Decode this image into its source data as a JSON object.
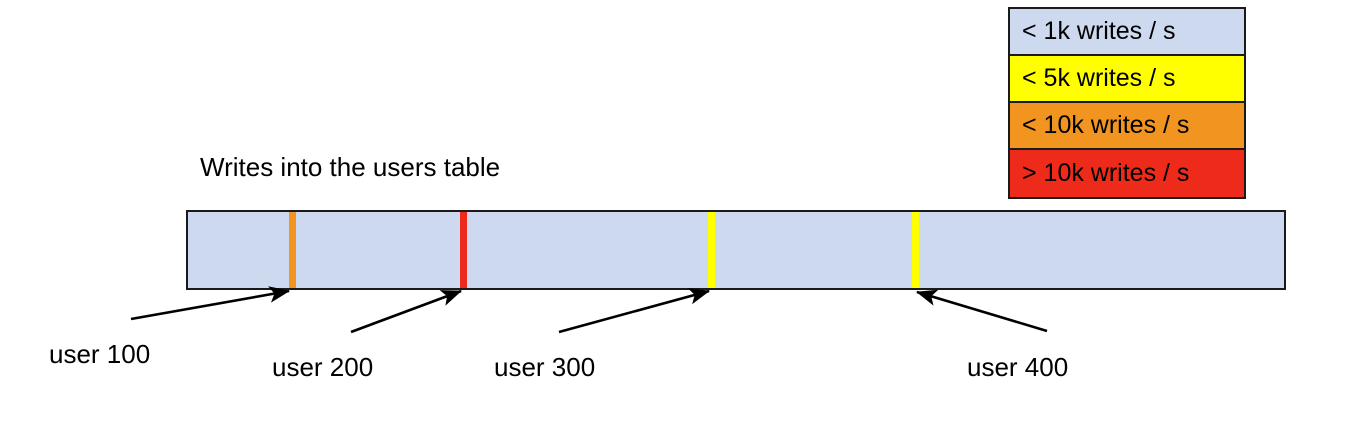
{
  "chart_data": {
    "type": "bar",
    "title": "Writes into the users table",
    "xlabel": "",
    "ylabel": "",
    "description": "A single horizontal range bar representing the users table keyspace, shaded by write rate. Four narrow hot-spot stripes mark individual user rows.",
    "bar": {
      "background_label": "< 1k writes / s",
      "background_color": "#ccd9ee",
      "border_color": "#1a1a1a"
    },
    "legend": {
      "position": "top-right",
      "items": [
        {
          "label": "< 1k writes / s",
          "color": "#ccd9ee"
        },
        {
          "label": "< 5k writes / s",
          "color": "#ffff00"
        },
        {
          "label": "< 10k writes / s",
          "color": "#f29520"
        },
        {
          "label": "> 10k writes / s",
          "color": "#ee2b1a"
        }
      ]
    },
    "markers": [
      {
        "label": "user 100",
        "color": "#f29520",
        "band": "< 10k writes / s",
        "position_pct": 9.5
      },
      {
        "label": "user 200",
        "color": "#ee2b1a",
        "band": "> 10k writes / s",
        "position_pct": 25.0
      },
      {
        "label": "user 300",
        "color": "#ffff00",
        "band": "< 5k writes / s",
        "position_pct": 47.6
      },
      {
        "label": "user 400",
        "color": "#ffff00",
        "band": "< 5k writes / s",
        "position_pct": 66.1
      }
    ]
  },
  "legend": {
    "items": [
      {
        "label": "< 1k writes / s",
        "color": "#ccd9ee"
      },
      {
        "label": "< 5k writes / s",
        "color": "#ffff00"
      },
      {
        "label": "< 10k writes / s",
        "color": "#f29520"
      },
      {
        "label": "> 10k writes / s",
        "color": "#ee2b1a"
      }
    ]
  },
  "title": "Writes into the users table",
  "markers": [
    {
      "label": "user 100"
    },
    {
      "label": "user 200"
    },
    {
      "label": "user 300"
    },
    {
      "label": "user 400"
    }
  ],
  "colors": {
    "blue": "#ccd9ee",
    "yellow": "#ffff00",
    "orange": "#f29520",
    "red": "#ee2b1a",
    "outline": "#1a1a1a"
  }
}
